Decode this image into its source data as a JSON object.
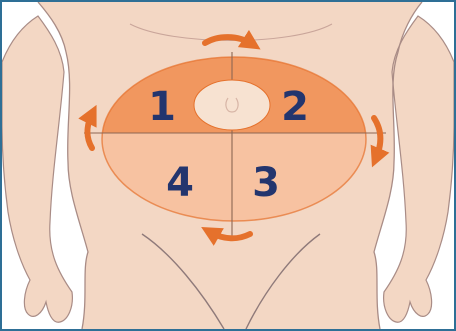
{
  "quadrants": [
    {
      "label": "1"
    },
    {
      "label": "2"
    },
    {
      "label": "3"
    },
    {
      "label": "4"
    }
  ],
  "colors": {
    "frame": "#2e6f96",
    "skin": "#f3d7c4",
    "skin_shadow": "#e8b99f",
    "outline": "#a98c86",
    "zone_upper": "#f1975f",
    "zone_lower": "#f7c2a1",
    "arrow": "#e5712c",
    "number": "#23356e",
    "navel": "#f7e2d1"
  },
  "arrows": [
    "rotate-clockwise-top",
    "rotate-clockwise-right",
    "rotate-clockwise-bottom",
    "rotate-clockwise-left"
  ]
}
